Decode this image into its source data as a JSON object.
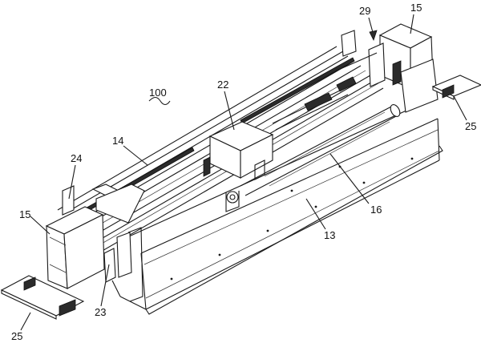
{
  "labels": {
    "l100": "100",
    "l22": "22",
    "l29": "29",
    "l15_right": "15",
    "l25_right": "25",
    "l14": "14",
    "l24": "24",
    "l16": "16",
    "l13": "13",
    "l15_left": "15",
    "l23": "23",
    "l25_left": "25"
  },
  "colors": {
    "line": "#1a1a1a",
    "background": "#ffffff"
  }
}
